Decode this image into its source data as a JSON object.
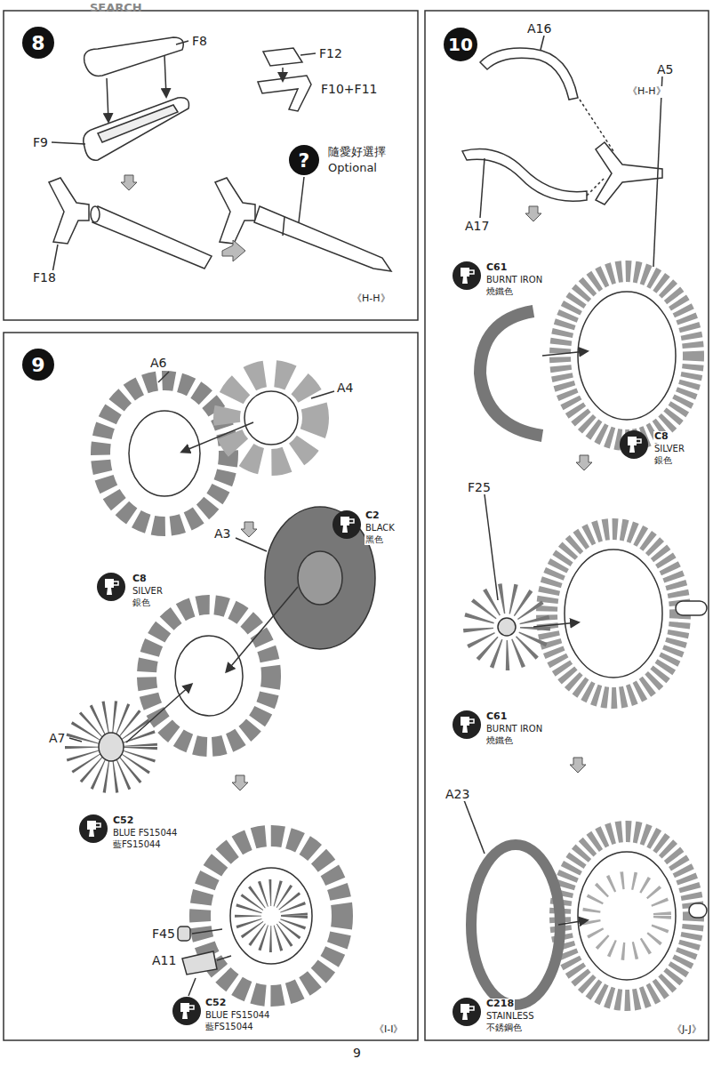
{
  "diagram": {
    "nodes": [
      {
        "text": [
          "8"
        ]
      },
      {
        "text": [
          "9"
        ]
      },
      {
        "text": [
          "10"
        ]
      },
      {
        "text": [
          "?"
        ]
      }
    ],
    "labels": [
      "SEARCH",
      "F8",
      "F12",
      "F10+F11",
      "隨愛好選擇",
      "Optional",
      "F9",
      "F18",
      "《H-H》",
      "A6",
      "A4",
      "C2",
      "BLACK",
      "黑色",
      "A3",
      "C8",
      "SILVER",
      "銀色",
      "A7",
      "C52",
      "BLUE FS15044",
      "藍FS15044",
      "F45",
      "A11",
      "C52",
      "BLUE FS15044",
      "藍FS15044",
      "《I-I》",
      "A16",
      "《H-H》",
      "A17",
      "A5",
      "C61",
      "BURNT IRON",
      "燒鐵色",
      "C8",
      "SILVER",
      "銀色",
      "F25",
      "C61",
      "BURNT IRON",
      "燒鐵色",
      "A23",
      "C218",
      "STAINLESS",
      "不銹鋼色",
      "《J-J》",
      "9"
    ]
  }
}
